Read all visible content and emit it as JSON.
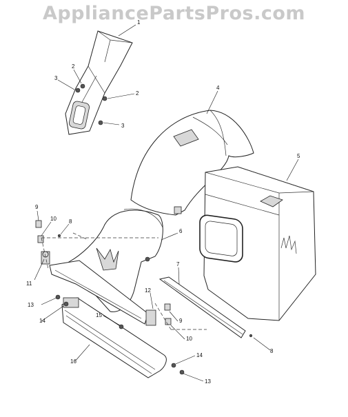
{
  "watermark": "AppliancePartsPros.com",
  "callouts": {
    "c1": "1",
    "c2a": "2",
    "c2b": "2",
    "c3a": "3",
    "c3b": "3",
    "c4": "4",
    "c5": "5",
    "c6": "6",
    "c7": "7",
    "c8a": "8",
    "c8b": "8",
    "c9a": "9",
    "c9b": "9",
    "c10a": "10",
    "c10b": "10",
    "c11": "11",
    "c12": "12",
    "c13a": "13",
    "c13b": "13",
    "c14a": "14",
    "c14b": "14",
    "c15": "15",
    "c16": "16"
  }
}
